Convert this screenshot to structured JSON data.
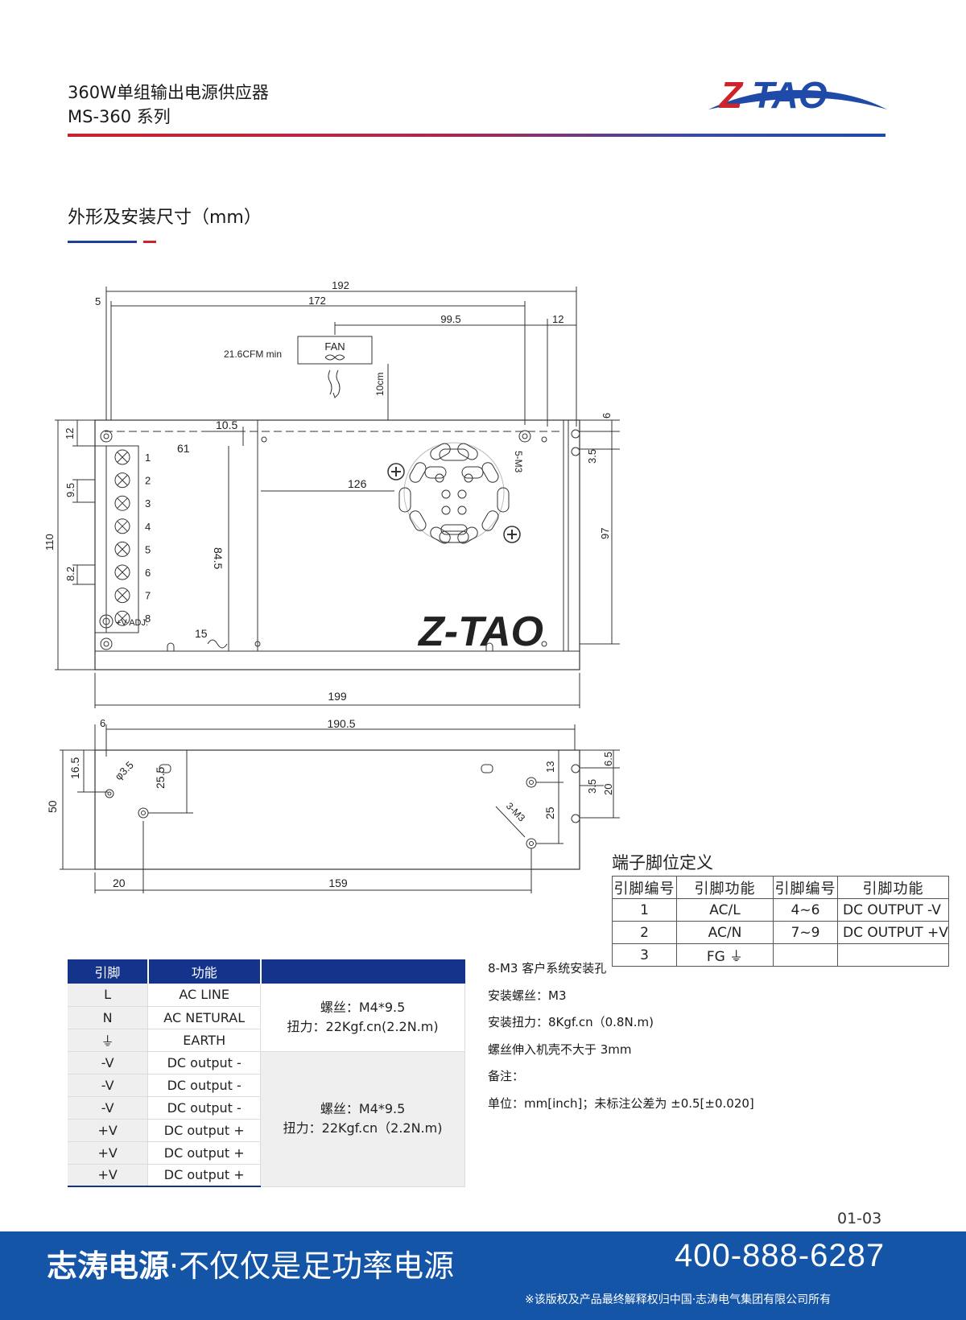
{
  "header": {
    "title_line1": "360W单组输出电源供应器",
    "title_line2": "MS-360 系列",
    "logo_text": "Z-TAO"
  },
  "section": {
    "title": "外形及安装尺寸（mm）"
  },
  "drawing": {
    "top_view": {
      "dims": [
        "192",
        "5",
        "172",
        "99.5",
        "12",
        "10cm",
        "12",
        "10.5",
        "61",
        "6",
        "3.5",
        "5-M3",
        "126",
        "9.5",
        "110",
        "84.5",
        "97",
        "8.2",
        "15",
        "199"
      ],
      "fan_label": "FAN",
      "airflow": "21.6CFM min",
      "terminals": [
        "1",
        "2",
        "3",
        "4",
        "5",
        "6",
        "7",
        "8"
      ],
      "vadj": "+V ADJ."
    },
    "side_view": {
      "dims": [
        "6",
        "190.5",
        "16.5",
        "φ3.5",
        "25.5",
        "13",
        "6.5",
        "3.5",
        "20",
        "50",
        "3-M3",
        "25",
        "20",
        "159"
      ]
    }
  },
  "pin_def": {
    "title": "端子脚位定义",
    "headers": [
      "引脚编号",
      "引脚功能",
      "引脚编号",
      "引脚功能"
    ],
    "rows": [
      [
        "1",
        "AC/L",
        "4~6",
        "DC OUTPUT -V"
      ],
      [
        "2",
        "AC/N",
        "7~9",
        "DC OUTPUT +V"
      ],
      [
        "3",
        "FG ⏚",
        "",
        ""
      ]
    ]
  },
  "spec": {
    "headers": [
      "引脚",
      "功能"
    ],
    "rows": [
      {
        "pin": "L",
        "fn": "AC LINE"
      },
      {
        "pin": "N",
        "fn": "AC NETURAL"
      },
      {
        "pin": "⏚",
        "fn": "EARTH"
      },
      {
        "pin": "-V",
        "fn": "DC output -"
      },
      {
        "pin": "-V",
        "fn": "DC output -"
      },
      {
        "pin": "-V",
        "fn": "DC output -"
      },
      {
        "pin": "+V",
        "fn": "DC output +"
      },
      {
        "pin": "+V",
        "fn": "DC output +"
      },
      {
        "pin": "+V",
        "fn": "DC output +"
      }
    ],
    "note1_a": "螺丝：M4*9.5",
    "note1_b": "扭力：22Kgf.cn(2.2N.m)",
    "note2_a": "螺丝：M4*9.5",
    "note2_b": "扭力：22Kgf.cn（2.2N.m)"
  },
  "notes": [
    "8-M3 客户系统安装孔",
    "安装螺丝：M3",
    "安装扭力：8Kgf.cn（0.8N.m)",
    "螺丝伸入机壳不大于 3mm",
    "备注：",
    "单位：mm[inch]；未标注公差为 ±0.5[±0.020]"
  ],
  "page_number": "01-03",
  "footer": {
    "slogan_bold": "志涛电源",
    "slogan_rest": "·不仅仅是足功率电源",
    "phone": "400-888-6287",
    "copyright": "※该版权及产品最终解释权归中国·志涛电气集团有限公司所有"
  },
  "colors": {
    "brand_blue": "#1455a8",
    "header_blue": "#14348c",
    "brand_red": "#d0222a"
  }
}
